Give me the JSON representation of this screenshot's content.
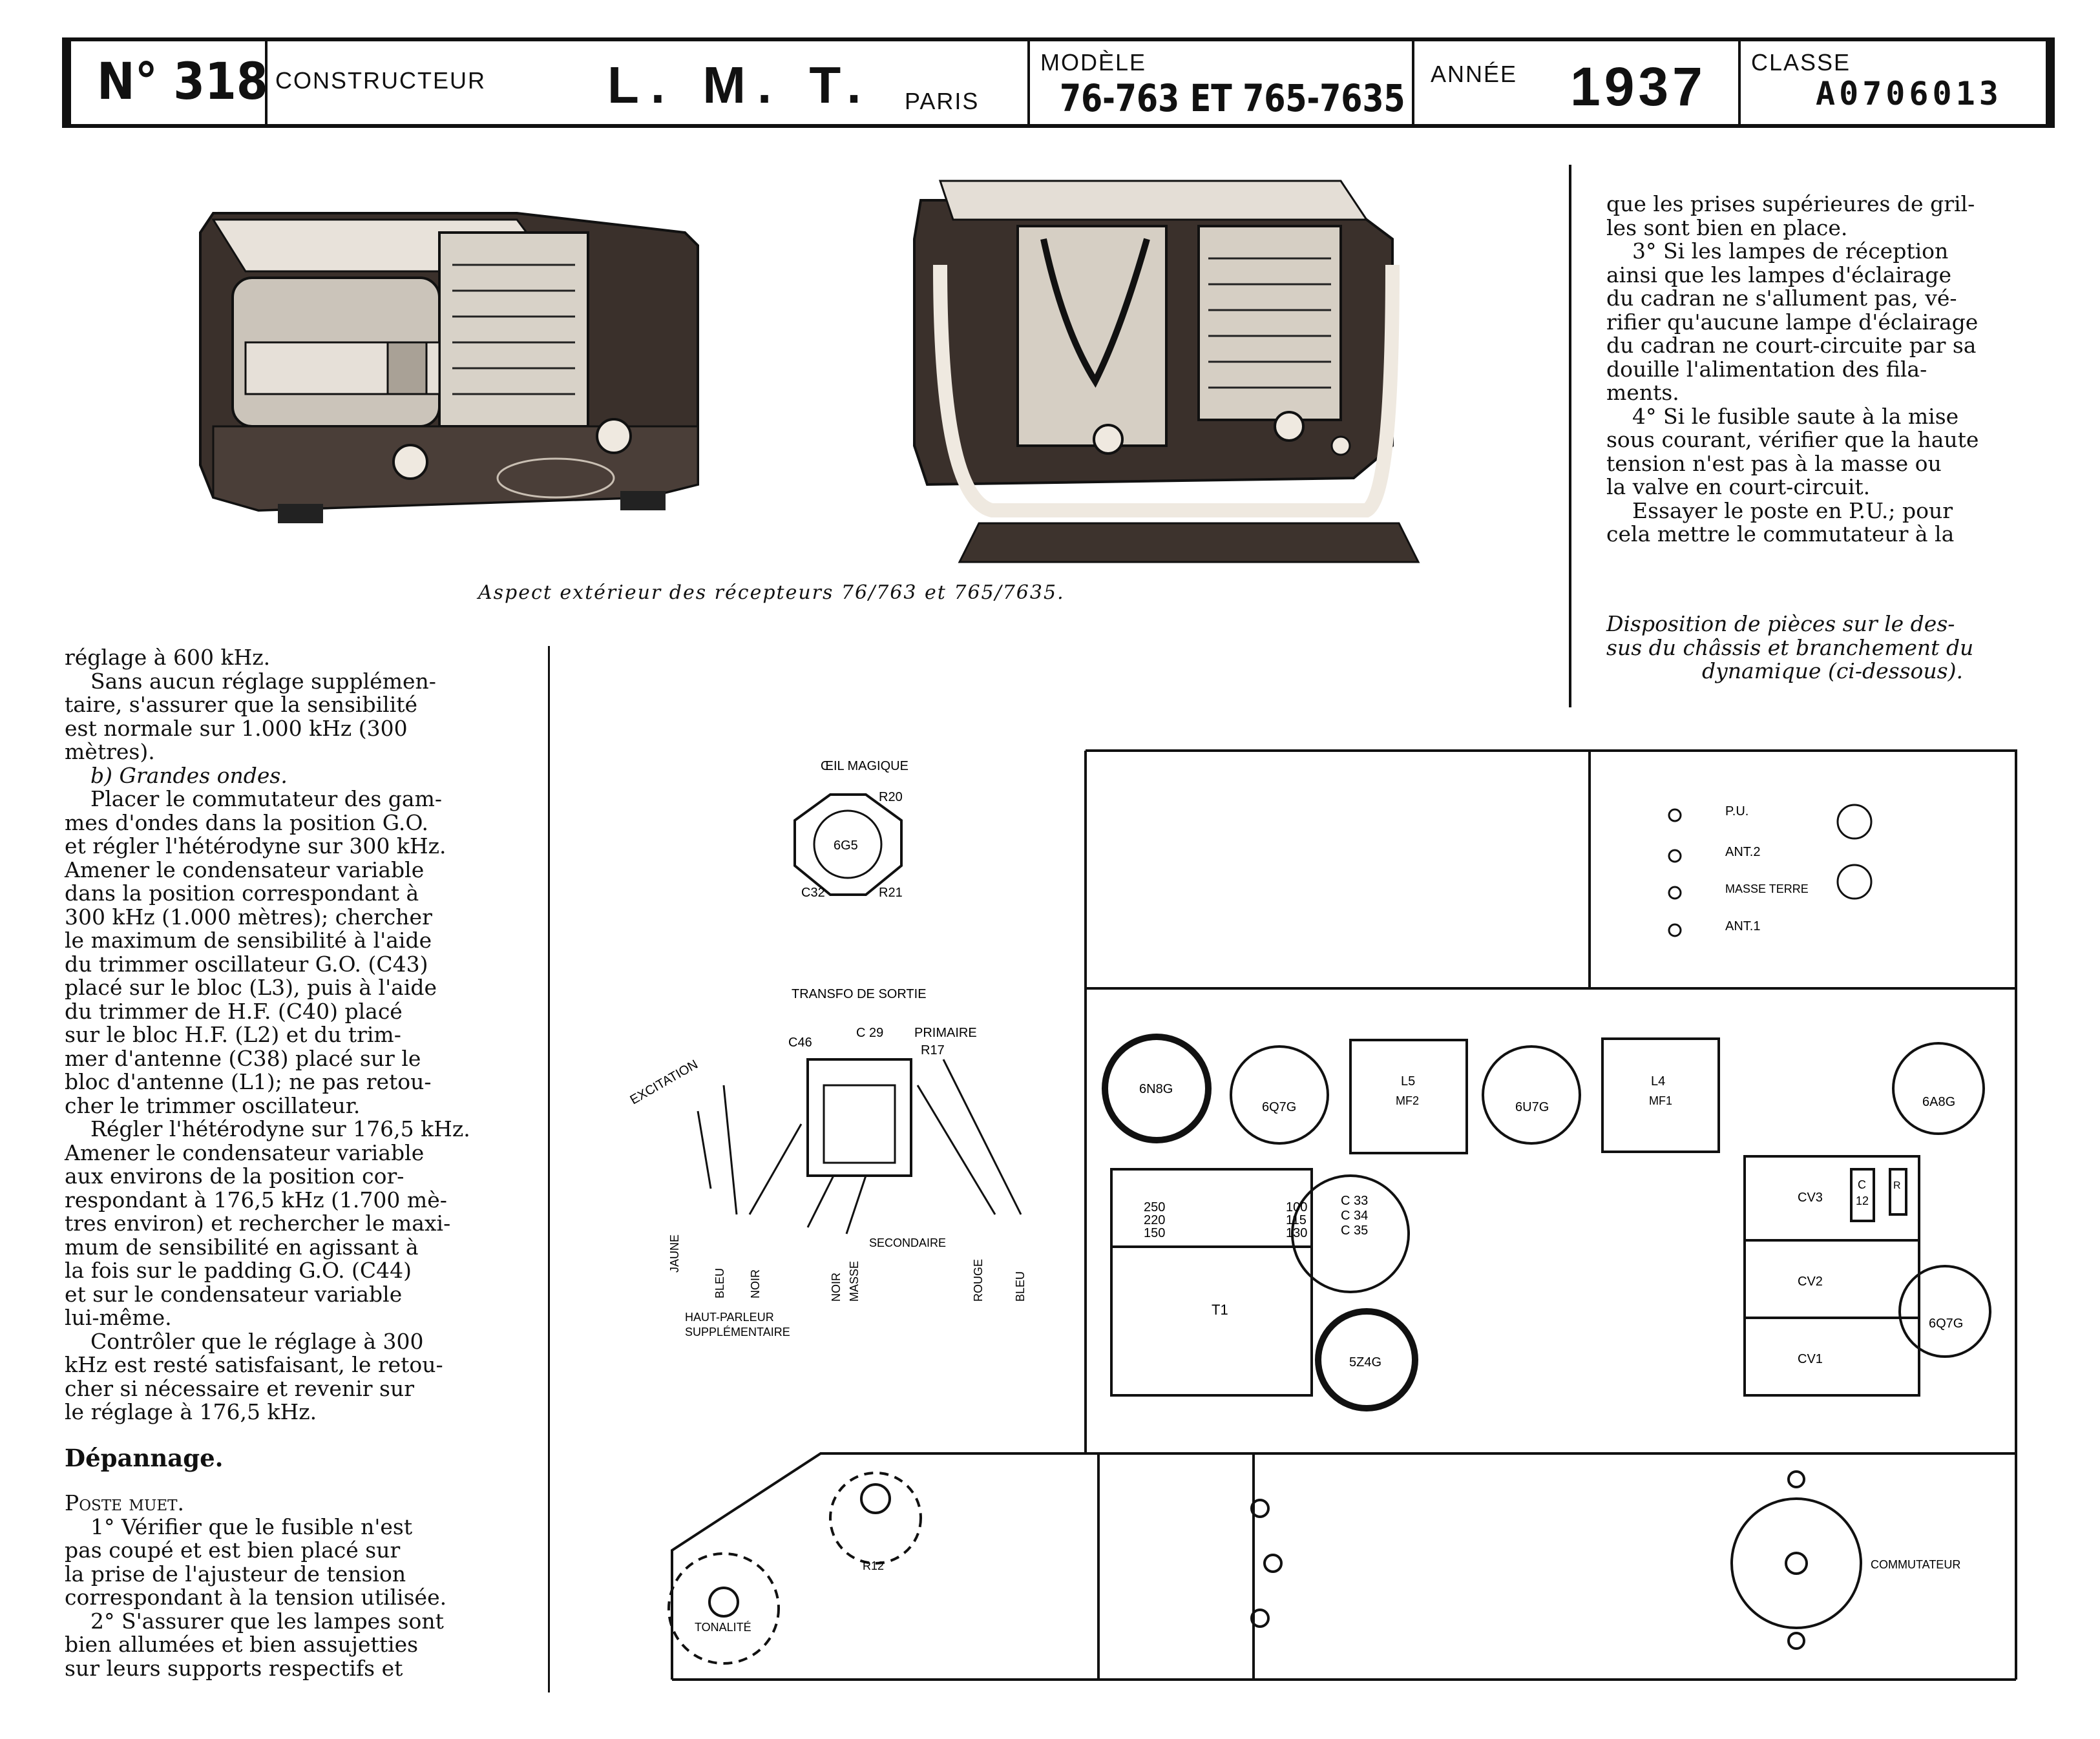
{
  "header": {
    "number": "N° 318",
    "constructeur_label": "CONSTRUCTEUR",
    "constructeur": "L. M. T.",
    "city": "PARIS",
    "modele_label": "MODÈLE",
    "modele": "76-763 ET 765-7635",
    "annee_label": "ANNÉE",
    "annee": "1937",
    "classe_label": "CLASSE",
    "classe": "A0706013"
  },
  "photo_caption": "Aspect extérieur des récepteurs 76/763 et 765/7635.",
  "right_column": {
    "lines": [
      "que les prises supérieures de gril-",
      "les sont bien en place.",
      "3° Si les lampes de réception",
      "ainsi que les lampes d'éclairage",
      "du cadran ne s'allument pas, vé-",
      "rifier qu'aucune lampe d'éclairage",
      "du cadran ne court-circuite par sa",
      "douille l'alimentation des fila-",
      "ments.",
      "4° Si le fusible saute à la mise",
      "sous courant, vérifier que la haute",
      "tension n'est pas à la masse ou",
      "la valve en court-circuit.",
      "Essayer le poste en P.U.; pour",
      "cela mettre le commutateur à la"
    ],
    "diagram_caption_1": "Disposition de pièces sur le des-",
    "diagram_caption_2": "sus du châssis et branchement du",
    "diagram_caption_3": "dynamique (ci-dessous)."
  },
  "left_column": {
    "lines": [
      "réglage à 600 kHz.",
      "Sans aucun réglage supplémen-",
      "taire, s'assurer que la sensibilité",
      "est normale sur 1.000 kHz (300",
      "mètres).",
      "b) Grandes ondes.",
      "Placer le commutateur des gam-",
      "mes d'ondes dans la position G.O.",
      "et régler l'hétérodyne sur 300 kHz.",
      "Amener le condensateur variable",
      "dans la position correspondant à",
      "300 kHz (1.000 mètres); chercher",
      "le maximum de sensibilité à l'aide",
      "du trimmer oscillateur G.O. (C43)",
      "placé sur le bloc (L3), puis à l'aide",
      "du trimmer de H.F. (C40) placé",
      "sur le bloc H.F. (L2) et du trim-",
      "mer d'antenne (C38) placé sur le",
      "bloc d'antenne (L1); ne pas retou-",
      "cher le trimmer oscillateur.",
      "Régler l'hétérodyne sur 176,5 kHz.",
      "Amener le condensateur variable",
      "aux environs de la position cor-",
      "respondant à 176,5 kHz (1.700 mè-",
      "tres environ) et rechercher le maxi-",
      "mum de sensibilité en agissant à",
      "la fois sur le padding G.O. (C44)",
      "et sur le condensateur variable",
      "lui-même.",
      "Contrôler que le réglage à 300",
      "kHz est resté satisfaisant, le retou-",
      "cher si nécessaire et revenir sur",
      "le réglage à 176,5 kHz."
    ],
    "section_title": "Dépannage.",
    "subsection": "Poste muet.",
    "lines2": [
      "1° Vérifier que le fusible n'est",
      "pas coupé et est bien placé sur",
      "la prise de l'ajusteur de tension",
      "correspondant à la tension utilisée.",
      "2° S'assurer que les lampes sont",
      "bien allumées et bien assujetties",
      "sur leurs supports respectifs et"
    ]
  },
  "diagram": {
    "oeil_magique": "ŒIL MAGIQUE",
    "tube_6g5": "6G5",
    "r20": "R20",
    "c32": "C32",
    "r21": "R21",
    "transfo": "TRANSFO DE SORTIE",
    "c46": "C46",
    "c29": "C 29",
    "primaire": "PRIMAIRE",
    "r17": "R17",
    "excitation": "EXCITATION",
    "jaune": "JAUNE",
    "bleu1": "BLEU",
    "noir1": "NOIR",
    "noir2": "NOIR",
    "masse": "MASSE",
    "secondaire": "SECONDAIRE",
    "rouge": "ROUGE",
    "bleu2": "BLEU",
    "hp1": "HAUT-PARLEUR",
    "hp2": "SUPPLÉMENTAIRE",
    "pu": "P.U.",
    "ant2": "ANT.2",
    "masse_terre": "MASSE TERRE",
    "ant1": "ANT.1",
    "t6n8g": "6N8G",
    "t6q7g_a": "6Q7G",
    "l5": "L5",
    "mf2": "MF2",
    "t6u7g": "6U7G",
    "l4": "L4",
    "mf1": "MF1",
    "t6a8g": "6A8G",
    "v250": "250",
    "v220": "220",
    "v150": "150",
    "v100": "100",
    "v115": "115",
    "v130": "130",
    "t1": "T1",
    "c33": "C 33",
    "c34": "C 34",
    "c35": "C 35",
    "t5z4g": "5Z4G",
    "cv3": "CV3",
    "c12a": "C",
    "c12b": "12",
    "r": "R",
    "cv2": "CV2",
    "cv1": "CV1",
    "t6q7g_b": "6Q7G",
    "r12": "R12",
    "tonalite": "TONALITÉ",
    "commutateur": "COMMUTATEUR"
  }
}
